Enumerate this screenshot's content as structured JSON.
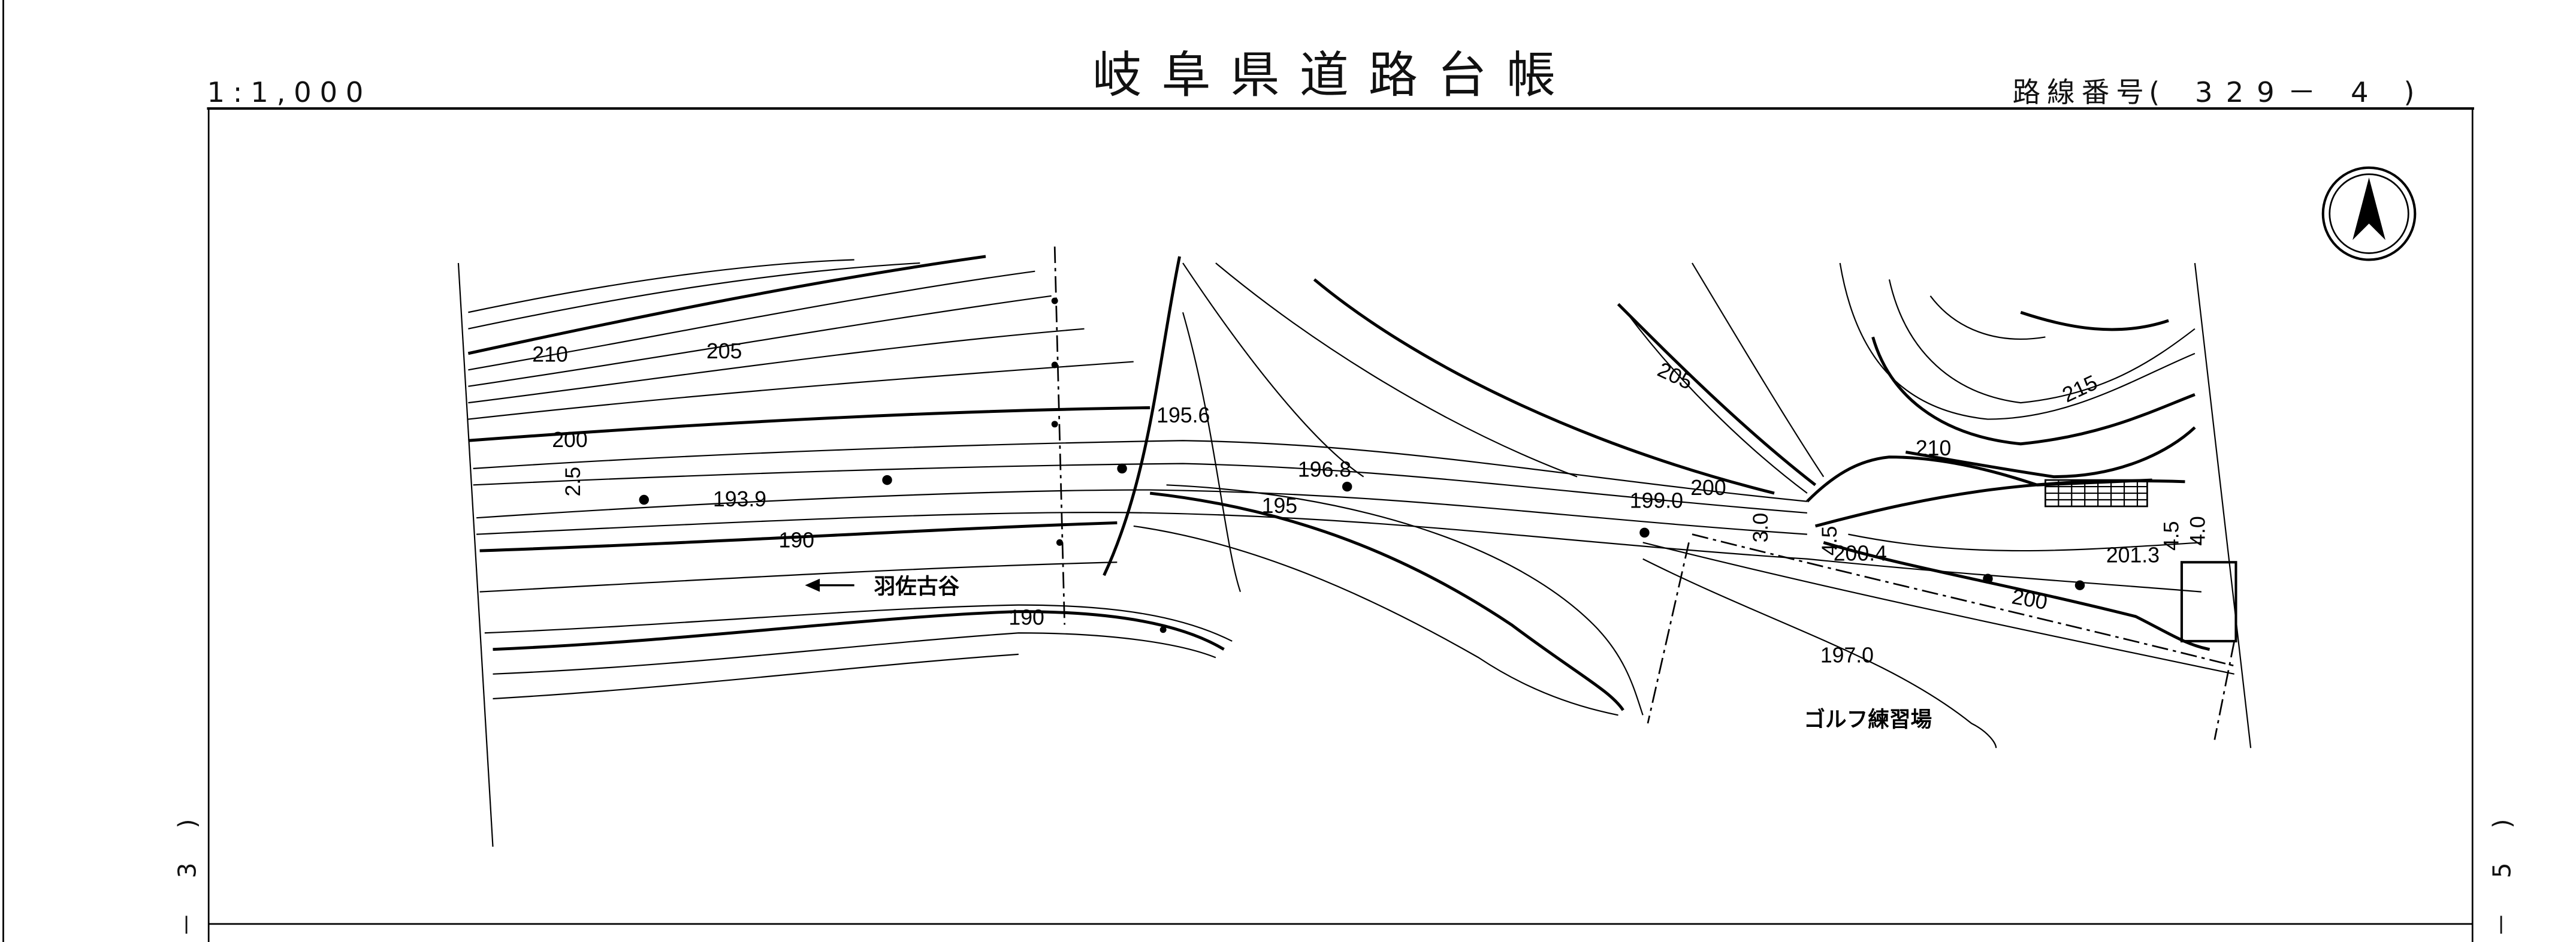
{
  "header": {
    "scale": "1:1,000",
    "title": "岐阜県道路台帳",
    "route_label": "路線番号",
    "route_number": "( 329－ 4 )"
  },
  "side_labels": {
    "left": "－ 3 )",
    "right": "－ 5 )"
  },
  "map": {
    "north_arrow": "north-arrow-icon",
    "contour_labels": [
      "210",
      "205",
      "200",
      "190",
      "195",
      "205",
      "215",
      "210",
      "200",
      "200",
      "190"
    ],
    "spot_heights": [
      "193.9",
      "195.6",
      "196.8",
      "199.0",
      "200.4",
      "201.3",
      "197.0"
    ],
    "widths": [
      "2.5",
      "3.0",
      "4.5",
      "4.5",
      "4.0"
    ],
    "place_names": {
      "valley": "羽佐古谷",
      "golf": "ゴルフ練習場"
    }
  },
  "colors": {
    "ink": "#000000",
    "paper": "#ffffff"
  }
}
